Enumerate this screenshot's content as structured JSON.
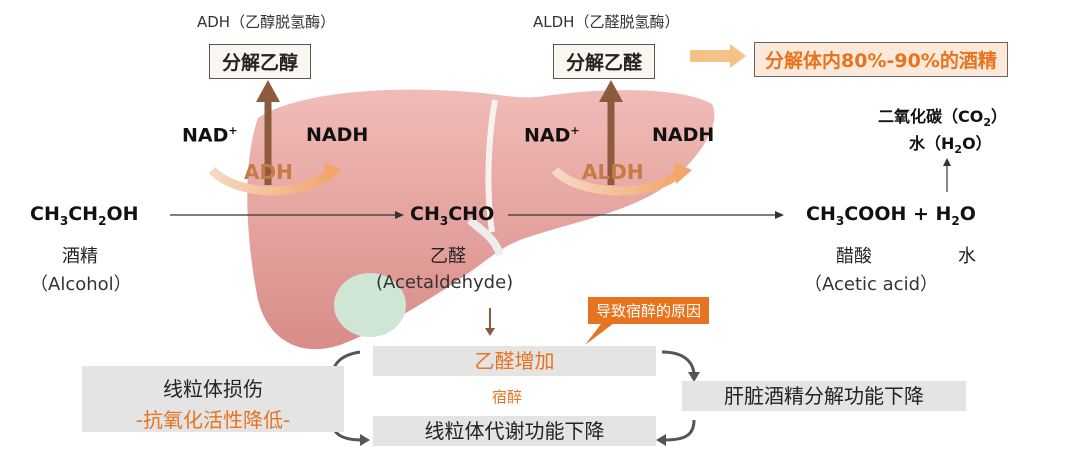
{
  "adh": {
    "enzyme_full": "ADH（乙醇脱氢酶）",
    "box_label": "分解乙醇",
    "label": "ADH",
    "nad": "NAD",
    "nad_sup": "+",
    "nadh": "NADH"
  },
  "aldh": {
    "enzyme_full": "ALDH（乙醛脱氢酶）",
    "box_label": "分解乙醛",
    "label": "ALDH",
    "nad": "NAD",
    "nad_sup": "+",
    "nadh": "NADH",
    "result_box": "分解体内80%-90%的酒精"
  },
  "alcohol": {
    "formula_parts": [
      "CH",
      "3",
      "CH",
      "2",
      "OH"
    ],
    "name_cn": "酒精",
    "name_en": "（Alcohol）"
  },
  "acetaldehyde": {
    "formula_parts": [
      "CH",
      "3",
      "CHO"
    ],
    "name_cn": "乙醛",
    "name_en": "(Acetaldehyde)"
  },
  "acetic_acid": {
    "formula_parts": [
      "CH",
      "3",
      "COOH + H",
      "2",
      "O"
    ],
    "name_cn": "醋酸",
    "water_cn": "水",
    "name_en": "（Acetic acid）"
  },
  "products": {
    "co2_label": "二氧化碳（CO",
    "co2_sub": "2",
    "co2_end": "）",
    "h2o_label": "水（H",
    "h2o_sub": "2",
    "h2o_end": "O）"
  },
  "hangover": {
    "cause_tag": "导致宿醉的原因",
    "increase_box": "乙醛增加",
    "hangover_label": "宿醉",
    "mito_damage": "线粒体损伤",
    "antioxidant_drop": "-抗氧化活性降低-",
    "liver_decline": "肝脏酒精分解功能下降",
    "mito_metabolism": "线粒体代谢功能下降"
  },
  "colors": {
    "enzyme_brown": "#8c5a3c",
    "accent_orange": "#e8731f",
    "liver_pink": "#e9a3a0",
    "gallbladder_green": "#cfe6d4",
    "grey_box": "#e4e4e4"
  }
}
